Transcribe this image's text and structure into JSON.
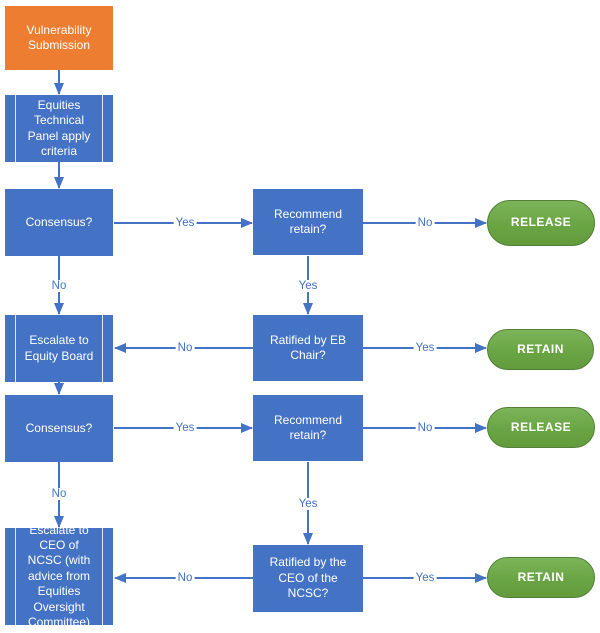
{
  "diagram": {
    "type": "flowchart",
    "description": "Vulnerability equities decision process flowchart"
  },
  "colors": {
    "start_fill": "#ED7D31",
    "process_fill": "#4472C4",
    "terminator_fill": "#70AD47",
    "terminator_border": "#538135",
    "connector": "#4472C4",
    "node_text": "#FFFFFF",
    "edge_label_text": "#4472C4",
    "background": "#FFFFFF"
  },
  "nodes": {
    "vulnerability_submission": {
      "label": "Vulnerability Submission",
      "shape": "rectangle",
      "fill": "#ED7D31"
    },
    "equities_technical_panel": {
      "label": "Equities Technical Panel apply criteria",
      "shape": "subprocess",
      "fill": "#4472C4"
    },
    "consensus_1": {
      "label": "Consensus?",
      "shape": "rectangle",
      "fill": "#4472C4"
    },
    "recommend_retain_1": {
      "label": "Recommend retain?",
      "shape": "rectangle",
      "fill": "#4472C4"
    },
    "release_1": {
      "label": "RELEASE",
      "shape": "terminator",
      "fill": "#70AD47"
    },
    "escalate_equity_board": {
      "label": "Escalate to Equity Board",
      "shape": "subprocess",
      "fill": "#4472C4"
    },
    "ratified_eb_chair": {
      "label": "Ratified by EB Chair?",
      "shape": "rectangle",
      "fill": "#4472C4"
    },
    "retain_1": {
      "label": "RETAIN",
      "shape": "terminator",
      "fill": "#70AD47"
    },
    "consensus_2": {
      "label": "Consensus?",
      "shape": "rectangle",
      "fill": "#4472C4"
    },
    "recommend_retain_2": {
      "label": "Recommend retain?",
      "shape": "rectangle",
      "fill": "#4472C4"
    },
    "release_2": {
      "label": "RELEASE",
      "shape": "terminator",
      "fill": "#70AD47"
    },
    "escalate_ceo_ncsc": {
      "label": "Escalate to CEO of NCSC (with advice from Equities Oversight Committee)",
      "shape": "subprocess",
      "fill": "#4472C4"
    },
    "ratified_ceo_ncsc": {
      "label": "Ratified by the CEO of the NCSC?",
      "shape": "rectangle",
      "fill": "#4472C4"
    },
    "retain_2": {
      "label": "RETAIN",
      "shape": "terminator",
      "fill": "#70AD47"
    }
  },
  "edges": [
    {
      "from": "vulnerability_submission",
      "to": "equities_technical_panel",
      "label": ""
    },
    {
      "from": "equities_technical_panel",
      "to": "consensus_1",
      "label": ""
    },
    {
      "from": "consensus_1",
      "to": "recommend_retain_1",
      "label": "Yes"
    },
    {
      "from": "recommend_retain_1",
      "to": "release_1",
      "label": "No"
    },
    {
      "from": "consensus_1",
      "to": "escalate_equity_board",
      "label": "No"
    },
    {
      "from": "recommend_retain_1",
      "to": "ratified_eb_chair",
      "label": "Yes"
    },
    {
      "from": "ratified_eb_chair",
      "to": "escalate_equity_board",
      "label": "No"
    },
    {
      "from": "ratified_eb_chair",
      "to": "retain_1",
      "label": "Yes"
    },
    {
      "from": "escalate_equity_board",
      "to": "consensus_2",
      "label": ""
    },
    {
      "from": "consensus_2",
      "to": "recommend_retain_2",
      "label": "Yes"
    },
    {
      "from": "recommend_retain_2",
      "to": "release_2",
      "label": "No"
    },
    {
      "from": "consensus_2",
      "to": "escalate_ceo_ncsc",
      "label": "No"
    },
    {
      "from": "recommend_retain_2",
      "to": "ratified_ceo_ncsc",
      "label": "Yes"
    },
    {
      "from": "ratified_ceo_ncsc",
      "to": "escalate_ceo_ncsc",
      "label": "No"
    },
    {
      "from": "ratified_ceo_ncsc",
      "to": "retain_2",
      "label": "Yes"
    }
  ]
}
